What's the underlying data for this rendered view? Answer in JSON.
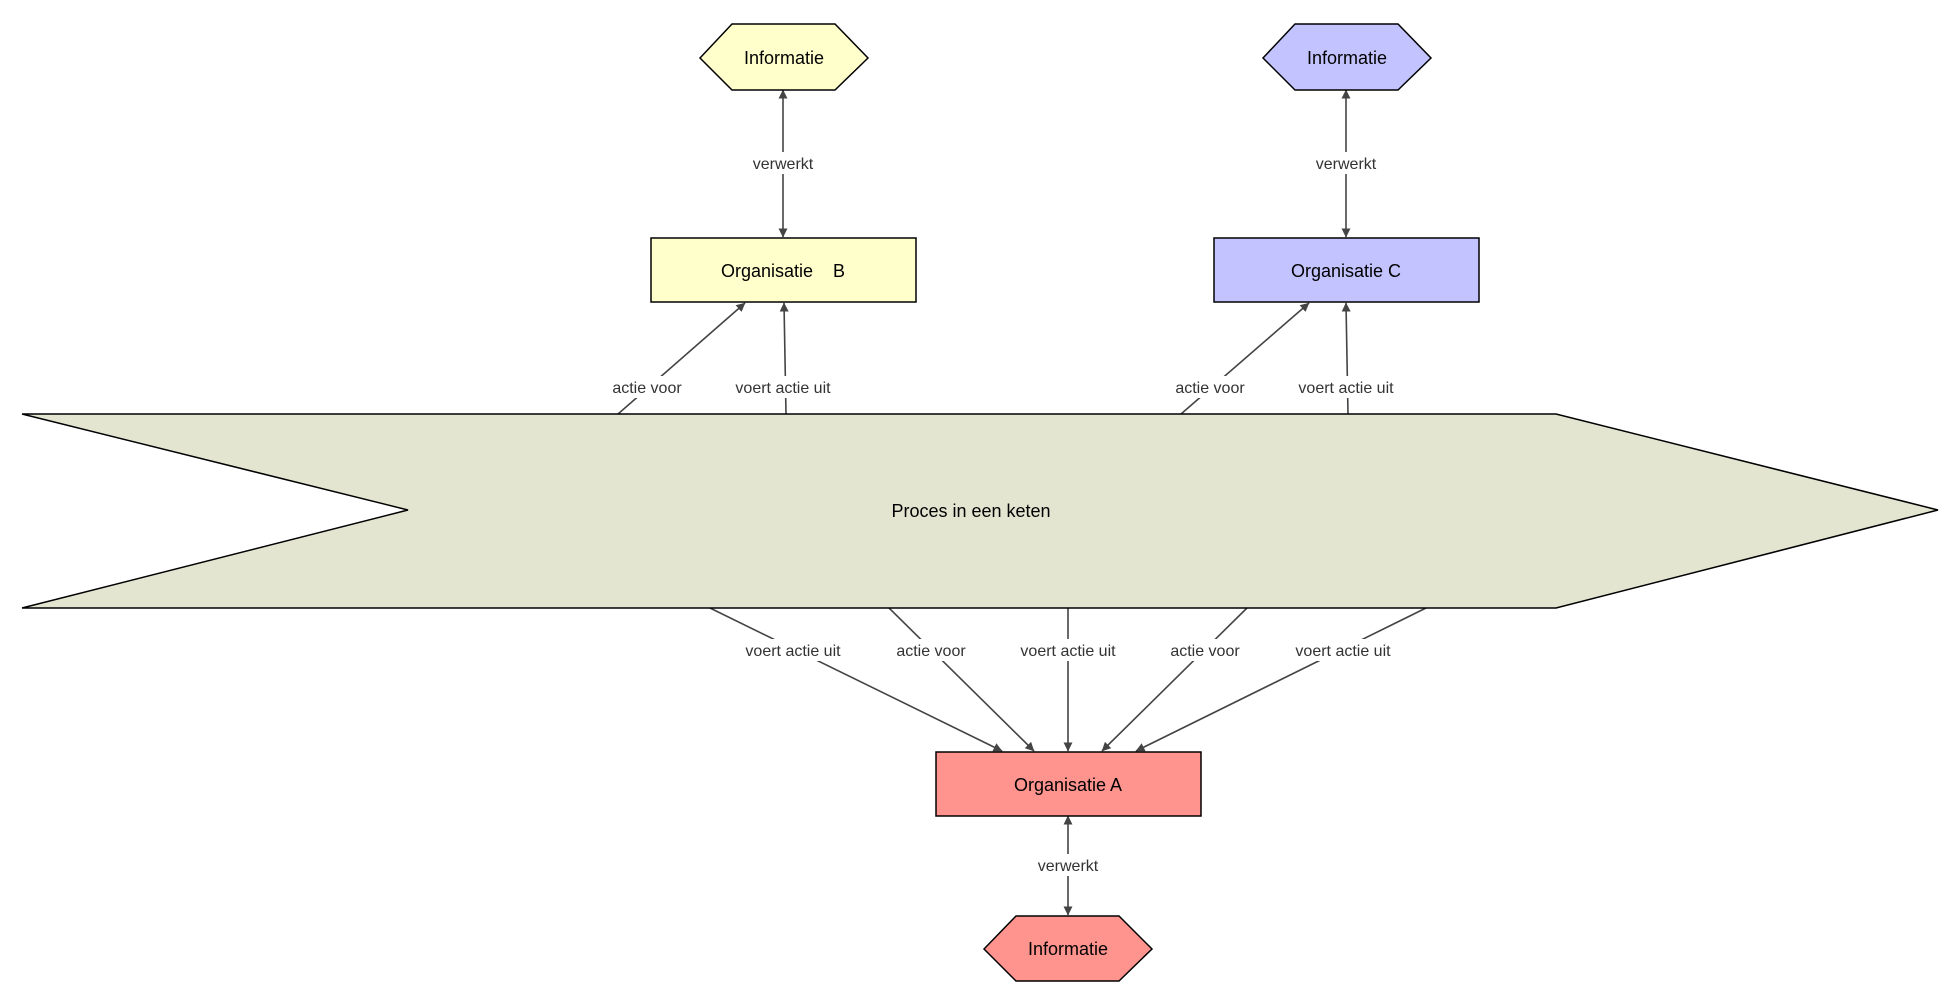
{
  "diagram": {
    "colors": {
      "yellow": "#ffffcc",
      "blue": "#c3c3ff",
      "red": "#ff948f",
      "process": "#e3e5d1",
      "edge": "#444444"
    },
    "process": {
      "label": "Proces in een keten"
    },
    "org_b": {
      "label": "Organisatie    B"
    },
    "org_c": {
      "label": "Organisatie C"
    },
    "org_a": {
      "label": "Organisatie A"
    },
    "info_b": {
      "label": "Informatie"
    },
    "info_c": {
      "label": "Informatie"
    },
    "info_a": {
      "label": "Informatie"
    },
    "edges": [
      {
        "label": "verwerkt"
      },
      {
        "label": "verwerkt"
      },
      {
        "label": "actie voor"
      },
      {
        "label": "voert actie uit"
      },
      {
        "label": "actie voor"
      },
      {
        "label": "voert actie uit"
      },
      {
        "label": "voert actie uit"
      },
      {
        "label": "actie voor"
      },
      {
        "label": "voert actie uit"
      },
      {
        "label": "actie voor"
      },
      {
        "label": "voert actie uit"
      },
      {
        "label": "verwerkt"
      }
    ]
  }
}
